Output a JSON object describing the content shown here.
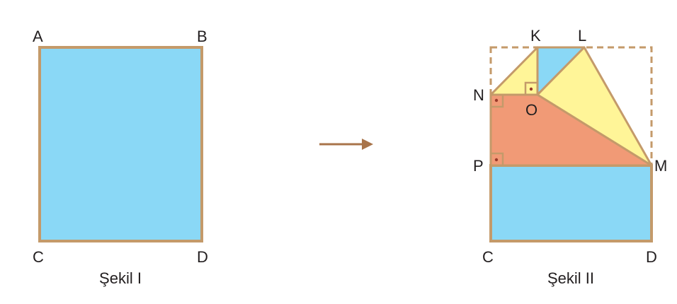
{
  "colors": {
    "blue": "#8ad8f6",
    "yellow": "#fff598",
    "orange": "#f19a76",
    "outline": "#c49a6a",
    "arrow": "#a8744a",
    "dot": "#9a3a2a",
    "text": "#231f20"
  },
  "figure1": {
    "caption": "Şekil I",
    "labels": {
      "A": "A",
      "B": "B",
      "C": "C",
      "D": "D"
    }
  },
  "figure2": {
    "caption": "Şekil II",
    "labels": {
      "K": "K",
      "L": "L",
      "N": "N",
      "O": "O",
      "P": "P",
      "M": "M",
      "C": "C",
      "D": "D"
    }
  }
}
